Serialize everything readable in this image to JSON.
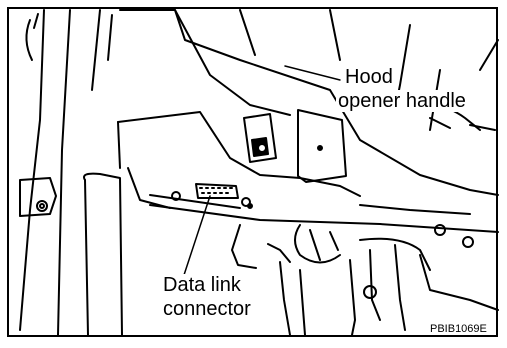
{
  "labels": {
    "hood_opener_line1": "Hood",
    "hood_opener_line2": "opener handle",
    "data_link_line1": "Data link",
    "data_link_line2": "connector"
  },
  "figure_code": "PBIB1069E",
  "colors": {
    "ink": "#000000",
    "paper": "#ffffff"
  }
}
